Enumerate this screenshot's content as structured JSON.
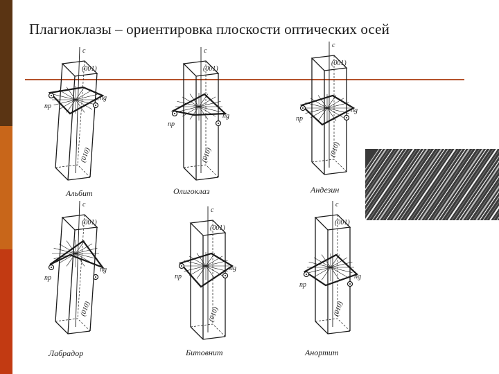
{
  "slide": {
    "title": "Плагиоклазы – ориентировка плоскости оптических осей",
    "accent_colors": [
      "#5a3413",
      "#c8661a",
      "#c23a12"
    ],
    "rule_color": "#b5532c"
  },
  "crystals": [
    {
      "name": "Альбит",
      "face_top": "(001)",
      "face_side": "(010)",
      "axis_c": "c",
      "axis_ng": "ng",
      "axis_np": "np"
    },
    {
      "name": "Олигоклаз",
      "face_top": "(001)",
      "face_side": "(010)",
      "axis_c": "c",
      "axis_ng": "ng",
      "axis_np": "np"
    },
    {
      "name": "Андезин",
      "face_top": "(001)",
      "face_side": "(010)",
      "axis_c": "c",
      "axis_ng": "ng",
      "axis_np": "np"
    },
    {
      "name": "Лабрадор",
      "face_top": "(001)",
      "face_side": "(010)",
      "axis_c": "c",
      "axis_ng": "ng",
      "axis_np": "np"
    },
    {
      "name": "Битовнит",
      "face_top": "(001)",
      "face_side": "(010)",
      "axis_c": "c",
      "axis_ng": "ng",
      "axis_np": "np"
    },
    {
      "name": "Анортит",
      "face_top": "(001)",
      "face_side": "(010)",
      "axis_c": "c",
      "axis_ng": "ng",
      "axis_np": "np"
    }
  ],
  "photo_icon": "twinning-striations-micrograph"
}
